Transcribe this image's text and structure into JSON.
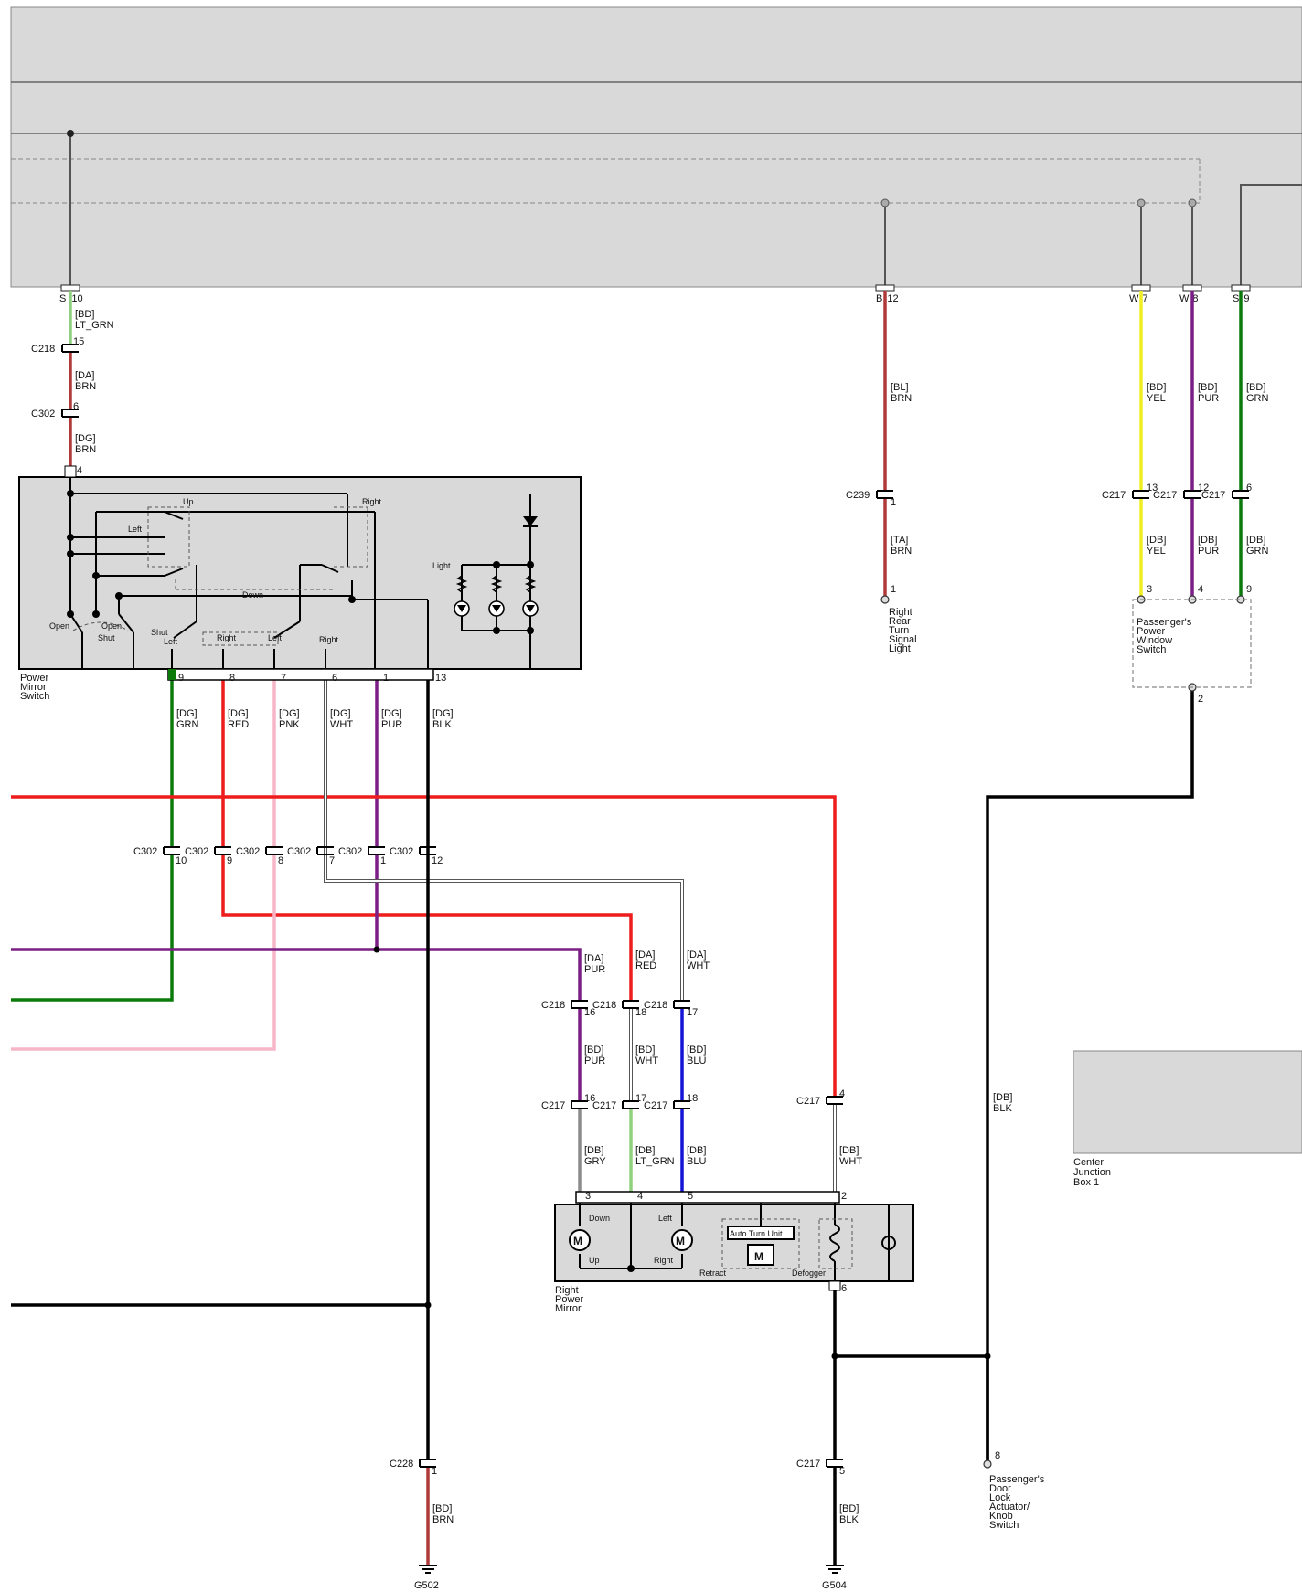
{
  "colors": {
    "grn": "#0b7a0b",
    "lt_grn": "#8fd17e",
    "brn": "#b03a3a",
    "red": "#ee1c1c",
    "pnk": "#f7b6c8",
    "wht": "#ffffff",
    "pur": "#7b1e86",
    "blk": "#000000",
    "yel": "#eeee22",
    "blu": "#1414d6",
    "gry": "#8c8c8c",
    "box": "#d9d9d9"
  },
  "top_pins": [
    {
      "id": "s10",
      "letter": "S",
      "num": "10"
    },
    {
      "id": "b12",
      "letter": "B",
      "num": "12"
    },
    {
      "id": "w7",
      "letter": "W",
      "num": "7"
    },
    {
      "id": "w8",
      "letter": "W",
      "num": "8"
    },
    {
      "id": "s9",
      "letter": "S",
      "num": "9"
    }
  ],
  "wire_labels": [
    {
      "id": "wl1",
      "code": "[BD]",
      "color": "LT_GRN"
    },
    {
      "id": "wl2",
      "code": "[DA]",
      "color": "BRN"
    },
    {
      "id": "wl3",
      "code": "[DG]",
      "color": "BRN"
    },
    {
      "id": "wl4",
      "code": "[BL]",
      "color": "BRN"
    },
    {
      "id": "wl5",
      "code": "[TA]",
      "color": "BRN"
    },
    {
      "id": "wl6",
      "code": "[BD]",
      "color": "YEL"
    },
    {
      "id": "wl7",
      "code": "[BD]",
      "color": "PUR"
    },
    {
      "id": "wl8",
      "code": "[BD]",
      "color": "GRN"
    },
    {
      "id": "wl9",
      "code": "[DB]",
      "color": "YEL"
    },
    {
      "id": "wl10",
      "code": "[DB]",
      "color": "PUR"
    },
    {
      "id": "wl11",
      "code": "[DB]",
      "color": "GRN"
    },
    {
      "id": "wl12",
      "code": "[DG]",
      "color": "GRN"
    },
    {
      "id": "wl13",
      "code": "[DG]",
      "color": "RED"
    },
    {
      "id": "wl14",
      "code": "[DG]",
      "color": "PNK"
    },
    {
      "id": "wl15",
      "code": "[DG]",
      "color": "WHT"
    },
    {
      "id": "wl16",
      "code": "[DG]",
      "color": "PUR"
    },
    {
      "id": "wl17",
      "code": "[DG]",
      "color": "BLK"
    },
    {
      "id": "wl18",
      "code": "[DA]",
      "color": "PUR"
    },
    {
      "id": "wl19",
      "code": "[DA]",
      "color": "RED"
    },
    {
      "id": "wl20",
      "code": "[DA]",
      "color": "WHT"
    },
    {
      "id": "wl21",
      "code": "[BD]",
      "color": "PUR"
    },
    {
      "id": "wl22",
      "code": "[BD]",
      "color": "WHT"
    },
    {
      "id": "wl23",
      "code": "[BD]",
      "color": "BLU"
    },
    {
      "id": "wl24",
      "code": "[DB]",
      "color": "GRY"
    },
    {
      "id": "wl25",
      "code": "[DB]",
      "color": "LT_GRN"
    },
    {
      "id": "wl26",
      "code": "[DB]",
      "color": "BLU"
    },
    {
      "id": "wl27",
      "code": "[DB]",
      "color": "WHT"
    },
    {
      "id": "wl28",
      "code": "[DB]",
      "color": "BLK"
    },
    {
      "id": "wl29",
      "code": "[BD]",
      "color": "BRN"
    },
    {
      "id": "wl30",
      "code": "[BD]",
      "color": "BLK"
    }
  ],
  "connectors": [
    {
      "id": "c1",
      "name": "C218",
      "pin": "15"
    },
    {
      "id": "c2",
      "name": "C302",
      "pin": "6"
    },
    {
      "id": "c3",
      "name": "C239",
      "pin": "1"
    },
    {
      "id": "c4",
      "name": "C217",
      "pin": "13"
    },
    {
      "id": "c5",
      "name": "C217",
      "pin": "12"
    },
    {
      "id": "c6",
      "name": "C217",
      "pin": "6"
    },
    {
      "id": "c7",
      "name": "C302",
      "pin": "10"
    },
    {
      "id": "c8",
      "name": "C302",
      "pin": "9"
    },
    {
      "id": "c9",
      "name": "C302",
      "pin": "8"
    },
    {
      "id": "c10",
      "name": "C302",
      "pin": "7"
    },
    {
      "id": "c11",
      "name": "C302",
      "pin": "1"
    },
    {
      "id": "c12",
      "name": "C302",
      "pin": "12"
    },
    {
      "id": "c13",
      "name": "C218",
      "pin": "16"
    },
    {
      "id": "c14",
      "name": "C218",
      "pin": "18"
    },
    {
      "id": "c15",
      "name": "C218",
      "pin": "17"
    },
    {
      "id": "c16",
      "name": "C217",
      "pin": "16"
    },
    {
      "id": "c17",
      "name": "C217",
      "pin": "17"
    },
    {
      "id": "c18",
      "name": "C217",
      "pin": "18"
    },
    {
      "id": "c19",
      "name": "C217",
      "pin": "4"
    },
    {
      "id": "c20",
      "name": "C228",
      "pin": "1"
    },
    {
      "id": "c21",
      "name": "C217",
      "pin": "5"
    }
  ],
  "pins": [
    {
      "id": "p1",
      "num": "4"
    },
    {
      "id": "p2",
      "num": "1"
    },
    {
      "id": "p3",
      "num": "3"
    },
    {
      "id": "p4",
      "num": "4"
    },
    {
      "id": "p5",
      "num": "9"
    },
    {
      "id": "p6",
      "num": "2"
    },
    {
      "id": "p7",
      "num": "9"
    },
    {
      "id": "p8",
      "num": "8"
    },
    {
      "id": "p9",
      "num": "7"
    },
    {
      "id": "p10",
      "num": "6"
    },
    {
      "id": "p11",
      "num": "1"
    },
    {
      "id": "p12",
      "num": "13"
    },
    {
      "id": "p13",
      "num": "3"
    },
    {
      "id": "p14",
      "num": "4"
    },
    {
      "id": "p15",
      "num": "5"
    },
    {
      "id": "p16",
      "num": "2"
    },
    {
      "id": "p17",
      "num": "6"
    },
    {
      "id": "p18",
      "num": "8"
    }
  ],
  "components": {
    "power_mirror_switch": [
      "Power",
      "Mirror",
      "Switch"
    ],
    "right_rear_turn": [
      "Right",
      "Rear",
      "Turn",
      "Signal",
      "Light"
    ],
    "pass_window_switch": [
      "Passenger's",
      "Power",
      "Window",
      "Switch"
    ],
    "center_junction": [
      "Center",
      "Junction",
      "Box 1"
    ],
    "right_power_mirror": [
      "Right",
      "Power",
      "Mirror"
    ],
    "pass_door_lock": [
      "Passenger's",
      "Door",
      "Lock",
      "Actuator/",
      "Knob",
      "Switch"
    ]
  },
  "switch_labels": {
    "up": "Up",
    "right": "Right",
    "left": "Left",
    "down": "Down",
    "light": "Light",
    "open1": "Open",
    "open2": "Open",
    "shut1": "Shut",
    "shut2": "Shut",
    "left2": "Left",
    "right2": "Right",
    "left3": "Left",
    "right3": "Right"
  },
  "mirror_labels": {
    "down": "Down",
    "up": "Up",
    "left": "Left",
    "right": "Right",
    "auto_turn": "Auto Turn Unit",
    "retract": "Retract",
    "defogger": "Defogger"
  },
  "grounds": [
    {
      "id": "g1",
      "name": "G502"
    },
    {
      "id": "g2",
      "name": "G504"
    }
  ]
}
